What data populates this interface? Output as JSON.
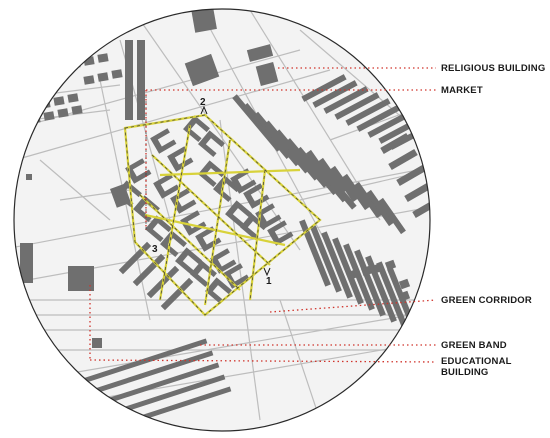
{
  "legend": {
    "religious": "RELIGIOUS BUILDING",
    "market": "MARKET",
    "green_corridor": "GREEN CORRIDOR",
    "green_band": "GREEN BAND",
    "educational_line1": "EDUCATIONAL",
    "educational_line2": "BUILDING"
  },
  "markers": {
    "point_1": "1",
    "point_2": "2",
    "point_3": "3"
  },
  "colors": {
    "building": "#6f6f6f",
    "road": "#bcbcbc",
    "boundary": "#d8d23a",
    "leader": "#d0342c",
    "outline": "#2a2a2a"
  },
  "icons": {
    "direction_marker": "arrow-up-icon"
  }
}
